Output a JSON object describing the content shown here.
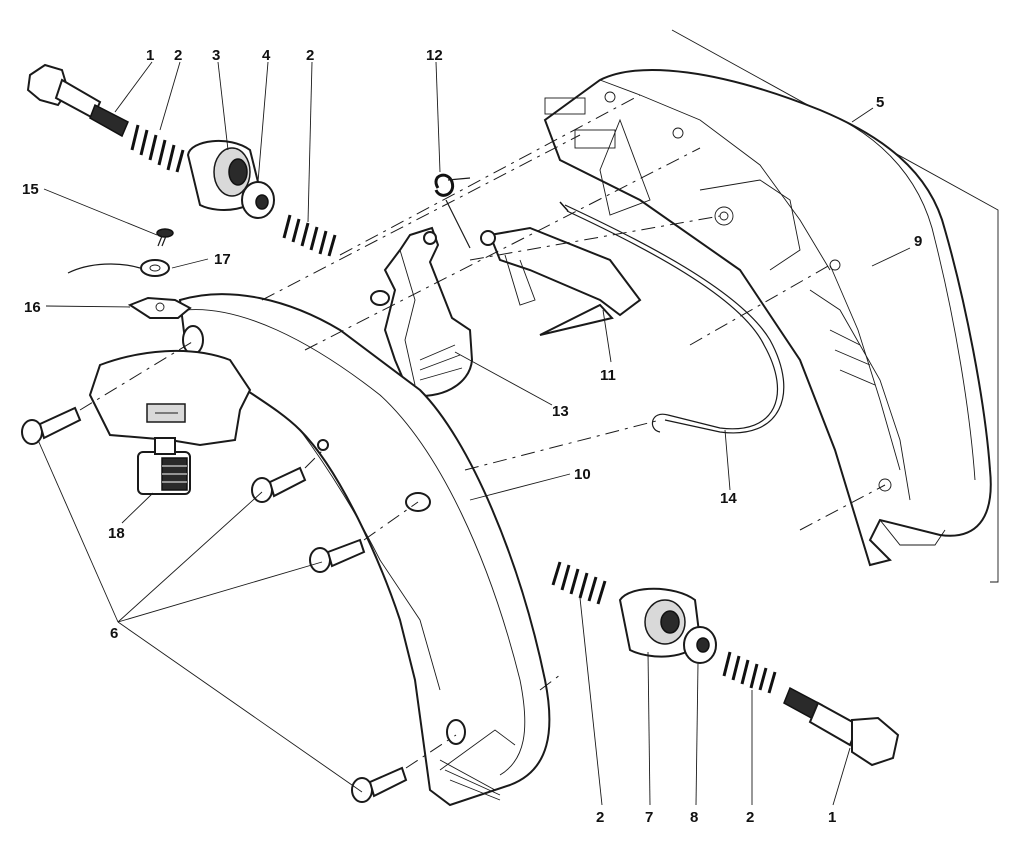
{
  "labels": {
    "l1_top": "1",
    "l2_top_a": "2",
    "l3": "3",
    "l4": "4",
    "l2_top_b": "2",
    "l12": "12",
    "l5": "5",
    "l15": "15",
    "l17": "17",
    "l16": "16",
    "l9": "9",
    "l11": "11",
    "l13": "13",
    "l10": "10",
    "l14": "14",
    "l18": "18",
    "l6": "6",
    "l2_bot_a": "2",
    "l7": "7",
    "l8": "8",
    "l2_bot_b": "2",
    "l1_bot": "1"
  }
}
